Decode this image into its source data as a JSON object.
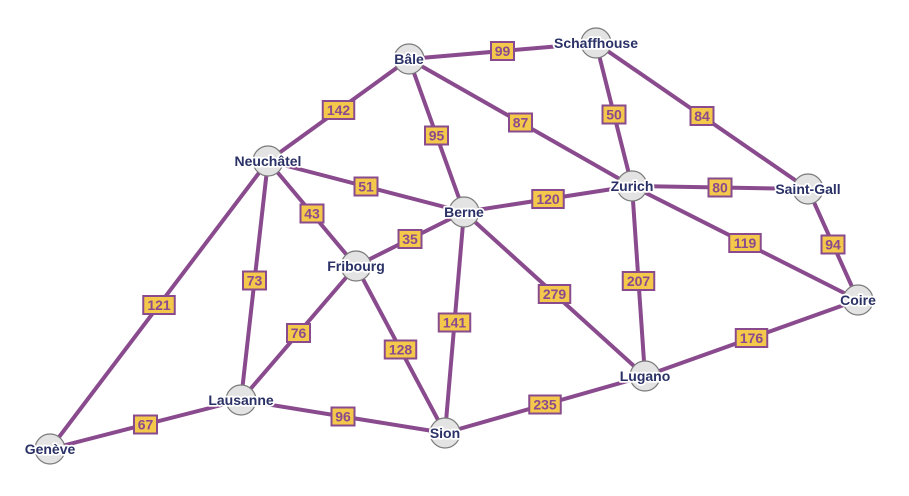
{
  "nodes": [
    {
      "id": "bale",
      "label": "Bâle"
    },
    {
      "id": "schaffhouse",
      "label": "Schaffhouse"
    },
    {
      "id": "neuchatel",
      "label": "Neuchâtel"
    },
    {
      "id": "berne",
      "label": "Berne"
    },
    {
      "id": "zurich",
      "label": "Zurich"
    },
    {
      "id": "saintgall",
      "label": "Saint-Gall"
    },
    {
      "id": "fribourg",
      "label": "Fribourg"
    },
    {
      "id": "coire",
      "label": "Coire"
    },
    {
      "id": "lausanne",
      "label": "Lausanne"
    },
    {
      "id": "lugano",
      "label": "Lugano"
    },
    {
      "id": "sion",
      "label": "Sion"
    },
    {
      "id": "geneve",
      "label": "Genève"
    }
  ],
  "edges": [
    {
      "from": "bale",
      "to": "schaffhouse",
      "weight": "99"
    },
    {
      "from": "bale",
      "to": "neuchatel",
      "weight": "142"
    },
    {
      "from": "bale",
      "to": "berne",
      "weight": "95"
    },
    {
      "from": "bale",
      "to": "zurich",
      "weight": "87"
    },
    {
      "from": "schaffhouse",
      "to": "zurich",
      "weight": "50"
    },
    {
      "from": "schaffhouse",
      "to": "saintgall",
      "weight": "84"
    },
    {
      "from": "neuchatel",
      "to": "berne",
      "weight": "51"
    },
    {
      "from": "neuchatel",
      "to": "fribourg",
      "weight": "43"
    },
    {
      "from": "neuchatel",
      "to": "lausanne",
      "weight": "73"
    },
    {
      "from": "neuchatel",
      "to": "geneve",
      "weight": "121"
    },
    {
      "from": "berne",
      "to": "zurich",
      "weight": "120"
    },
    {
      "from": "berne",
      "to": "fribourg",
      "weight": "35"
    },
    {
      "from": "berne",
      "to": "sion",
      "weight": "141"
    },
    {
      "from": "berne",
      "to": "lugano",
      "weight": "279"
    },
    {
      "from": "zurich",
      "to": "saintgall",
      "weight": "80"
    },
    {
      "from": "zurich",
      "to": "coire",
      "weight": "119"
    },
    {
      "from": "zurich",
      "to": "lugano",
      "weight": "207"
    },
    {
      "from": "saintgall",
      "to": "coire",
      "weight": "94"
    },
    {
      "from": "fribourg",
      "to": "lausanne",
      "weight": "76"
    },
    {
      "from": "fribourg",
      "to": "sion",
      "weight": "128"
    },
    {
      "from": "coire",
      "to": "lugano",
      "weight": "176"
    },
    {
      "from": "lausanne",
      "to": "geneve",
      "weight": "67"
    },
    {
      "from": "lausanne",
      "to": "sion",
      "weight": "96"
    },
    {
      "from": "sion",
      "to": "lugano",
      "weight": "235"
    }
  ],
  "colors": {
    "edge": "#8a4b8e",
    "weight_box": "#f4c84a",
    "node_fill": "#e3e3e3",
    "node_label": "#2a3166"
  }
}
